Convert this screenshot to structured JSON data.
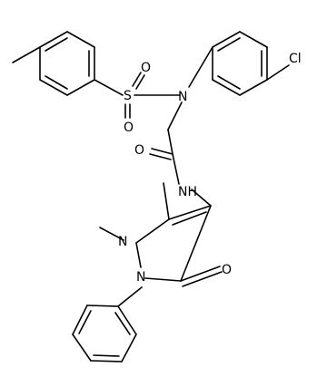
{
  "structure": {
    "labels": {
      "cl": "Cl",
      "n_sulfonamide": "N",
      "s": "S",
      "o_s_top": "O",
      "o_s_bottom": "O",
      "o_amide": "O",
      "nh": "NH",
      "n_ring_methyl": "N",
      "n_ring_phenyl": "N",
      "o_ketone": "O"
    }
  }
}
